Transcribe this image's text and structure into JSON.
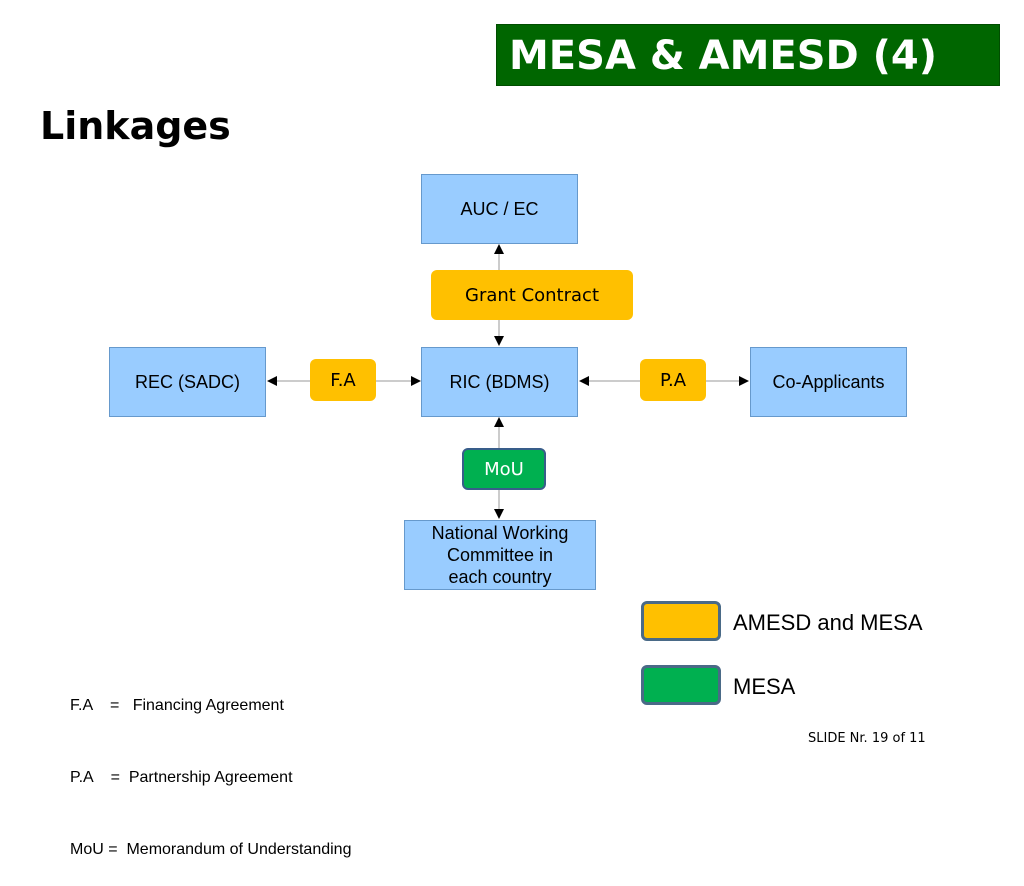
{
  "header": {
    "title": "MESA & AMESD (4)",
    "subtitle": "Linkages"
  },
  "nodes": {
    "auc": "AUC / EC",
    "rec": "REC (SADC)",
    "ric": "RIC (BDMS)",
    "coapp": "Co-Applicants",
    "nwc_lines": [
      "National Working",
      "Committee in",
      "each country"
    ]
  },
  "links": {
    "grant": "Grant Contract",
    "fa": "F.A",
    "pa": "P.A",
    "mou": "MoU"
  },
  "legend": [
    {
      "label": "AMESD and MESA",
      "color": "#ffc000"
    },
    {
      "label": "MESA",
      "color": "#00b050"
    }
  ],
  "abbreviations": [
    "F.A    =   Financing Agreement",
    "P.A    =  Partnership Agreement",
    "MoU =  Memorandum of Understanding"
  ],
  "footer": {
    "slide": "SLIDE Nr. 19 of 11"
  },
  "colors": {
    "title_bg": "#006600",
    "node_fill": "#99ccff",
    "amesd_mesa": "#ffc000",
    "mesa": "#00b050"
  }
}
